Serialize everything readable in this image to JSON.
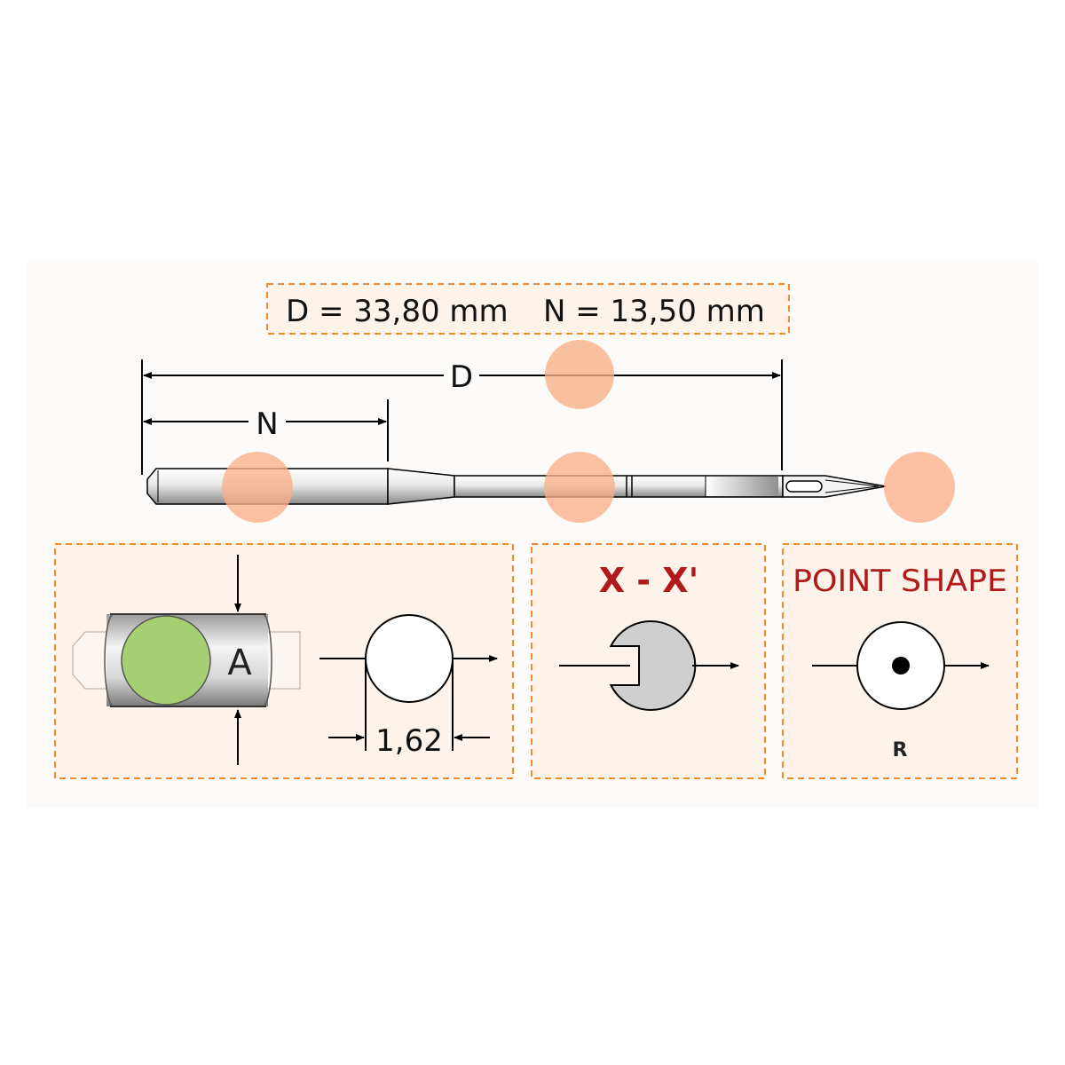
{
  "spec": {
    "d_text": "D = 33,80 mm",
    "n_text": "N =  13,50 mm"
  },
  "dimensions": {
    "d_label": "D",
    "n_label": "N"
  },
  "shank_panel": {
    "label": "A",
    "diameter": "1,62"
  },
  "cross_section_panel": {
    "title": "X - X'"
  },
  "point_panel": {
    "title": "POINT SHAPE",
    "code": "R"
  },
  "colors": {
    "dashed_border": "#f08a2a",
    "panel_fill": "#fdf3ea",
    "title_red": "#b01a1a",
    "marker_peach": "#f9b088",
    "green_circle": "#a6cf72",
    "section_gray": "#cfcfcf"
  }
}
